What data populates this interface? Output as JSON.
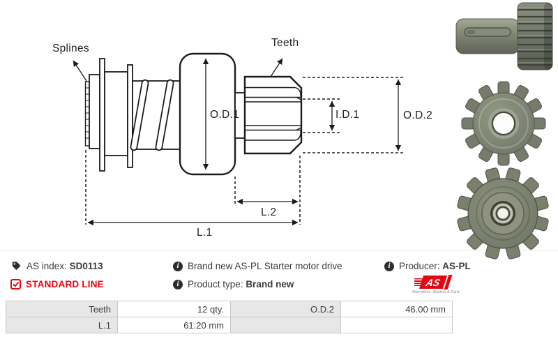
{
  "drawing": {
    "labels": {
      "splines": "Splines",
      "teeth": "Teeth",
      "od1": "O.D.1",
      "id1": "I.D.1",
      "od2": "O.D.2",
      "l2": "L.2",
      "l1": "L.1"
    }
  },
  "info": {
    "as_index_label": "AS index:",
    "as_index_value": "SD0113",
    "standard_line": "STANDARD LINE",
    "description": "Brand new AS-PL Starter motor drive",
    "product_type_label": "Product type:",
    "product_type_value": "Brand new",
    "producer_label": "Producer:",
    "producer_value": "AS-PL",
    "logo_text": "AS",
    "logo_tagline": "Alternators, Starters & Parts"
  },
  "table": {
    "rows": [
      {
        "c1": "Teeth",
        "c2": "12 qty.",
        "c3": "O.D.2",
        "c4": "46.00 mm"
      },
      {
        "c1": "L.1",
        "c2": "61.20 mm",
        "c3": "",
        "c4": ""
      }
    ]
  },
  "colors": {
    "accent_red": "#e30613",
    "text_dark": "#3b3b3b",
    "drawing_line": "#1c1c1c",
    "table_label_bg": "#e7e7e7",
    "table_border": "#c8c8c8",
    "metal_gray_green": "#7d8274"
  }
}
